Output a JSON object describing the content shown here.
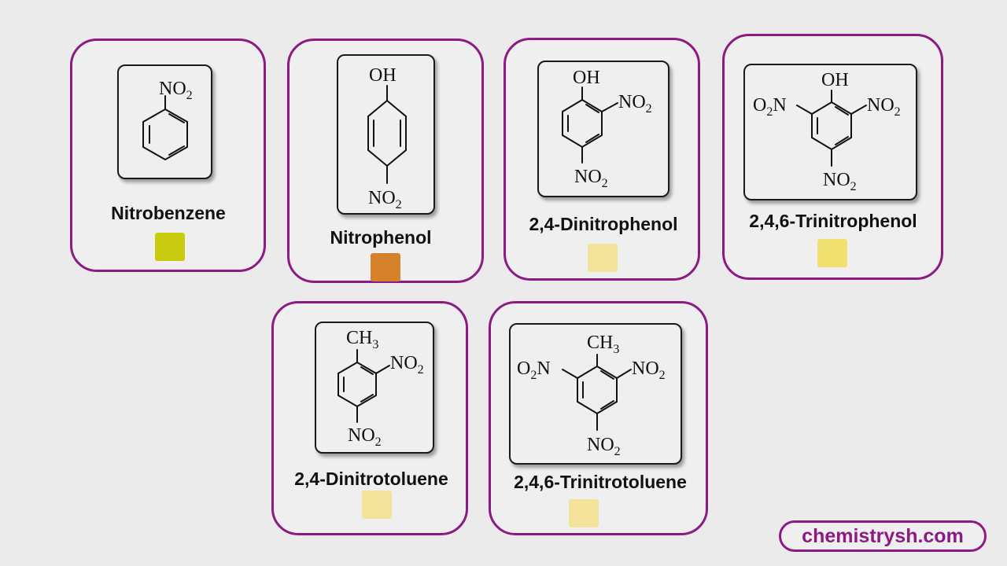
{
  "compounds": [
    {
      "name": "Nitrobenzene",
      "color": "#c9cc0e"
    },
    {
      "name": "Nitrophenol",
      "color": "#d4812a"
    },
    {
      "name": "2,4-Dinitrophenol",
      "color": "#f3e39a"
    },
    {
      "name": "2,4,6-Trinitrophenol",
      "color": "#efe070"
    },
    {
      "name": "2,4-Dinitrotoluene",
      "color": "#f3e39a"
    },
    {
      "name": "2,4,6-Trinitrotoluene",
      "color": "#f3e39a"
    }
  ],
  "groups": {
    "nitro": "NO",
    "nitro_sub": "2",
    "nitro_left_pre": "O",
    "nitro_left_sub": "2",
    "nitro_left_post": "N",
    "hydroxyl": "OH",
    "methyl": "CH",
    "methyl_sub": "3"
  },
  "brand": {
    "text": "chemistrysh.com",
    "accent": "#8c1a85"
  }
}
